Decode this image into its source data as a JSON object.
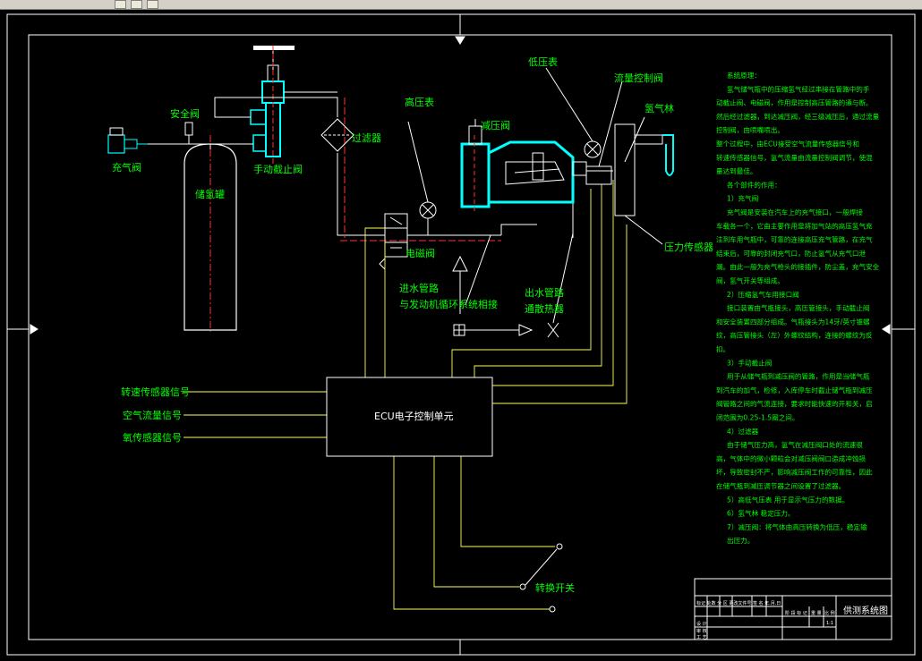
{
  "colors": {
    "background": "#000000",
    "frame": "#ffffff",
    "label": "#00ff00",
    "equipment": "#00ffff",
    "pipe": "#ffff00",
    "red": "#ff0000"
  },
  "labels": {
    "safety_valve": "安全阀",
    "fill_valve": "充气阀",
    "storage_tank": "储氢罐",
    "manual_shutoff": "手动截止阀",
    "filter": "过滤器",
    "high_pressure_gauge": "高压表",
    "low_pressure_gauge": "低压表",
    "pressure_reducer": "减压阀",
    "flow_control_valve": "流量控制阀",
    "hydrogen_nozzle": "氢气林",
    "pressure_sensor": "压力传感器",
    "solenoid_valve": "电磁阀",
    "water_inlet_1": "进水管路",
    "water_inlet_2": "与发动机循环系统相接",
    "water_outlet_1": "出水管路",
    "water_outlet_2": "通散热器",
    "ecu": "ECU电子控制单元",
    "speed_sensor": "转速传感器信号",
    "airflow_signal": "空气流量信号",
    "oxygen_sensor": "氧传感器信号",
    "switch": "转换开关"
  },
  "notes": [
    "系统原理：",
    "氢气储气瓶中的压缩氢气经过串接在管路中的手",
    "动截止阀、电磁阀，作用是控制高压管路的通与断。",
    "然后经过滤器，到达减压阀，经三级减压后，通过流量",
    "控制阀，由喷嘴喷出。",
    "整个过程中，由ECU接受空气流量传感器信号和",
    "转速传感器信号，氢气流量由流量控制阀调节，使混",
    "量达到最佳。",
    "各个部件的作用：",
    "1）充气阀",
    "充气阀是安装在汽车上的充气接口，一般焊接",
    "车载各一个，它由主要作用是将加气站的高压氢气充",
    "注到车用气瓶中，可靠的连接高压充气管路，在充气",
    "结束后，可靠的封闭充气口，防止氢气从充气口泄",
    "漏。由此一般为充气枪头的接插件，防尘盖，充气安全",
    "阀，氢气开关等组成。",
    "2）压缩氢气车用接口阀",
    "接口装置由气瓶接头，高压管接头，手动截止阀",
    "和安全装置四部分组成。气瓶接头为14牙/英寸锥螺",
    "纹，高压管接头（左）外螺纹结构，连接的螺纹为反",
    "扣。",
    "3）手动截止阀",
    "用于从储气瓶到减压阀的管路，作用是当储气瓶",
    "到汽车的加气，检修，入库停车时截止储气瓶到减压",
    "阀管路之间的气流连接，要求时能快速的开和关，启",
    "闭范围为0.25-1.5圈之间。",
    "4）过滤器",
    "由于储气压力高，氢气在减压阀口处的流速很",
    "高，气体中的微小颗粒会对减压阀阀口造成冲蚀损",
    "坏，导致密封不严，影响减压阀工作的可靠性，因此",
    "在储气瓶到减压调节器之间设置了过滤器。",
    "5）高低气压表  用于显示气压力的数据。",
    "6）氢气林  稳定压力。",
    "7）减压阀：将气体由高压转换为低压，稳定输",
    "出压力。"
  ],
  "title_block": {
    "drawing_title": "供测系统图",
    "row_label": "标记 处数 分 区 更改文件号 签 名 年.月.日",
    "stage_cells": [
      "阶 段 标 记",
      "重 量",
      "比 例"
    ],
    "scale_value": "1:1",
    "side_rows": [
      "设 计",
      "审 核",
      "工 艺"
    ]
  }
}
